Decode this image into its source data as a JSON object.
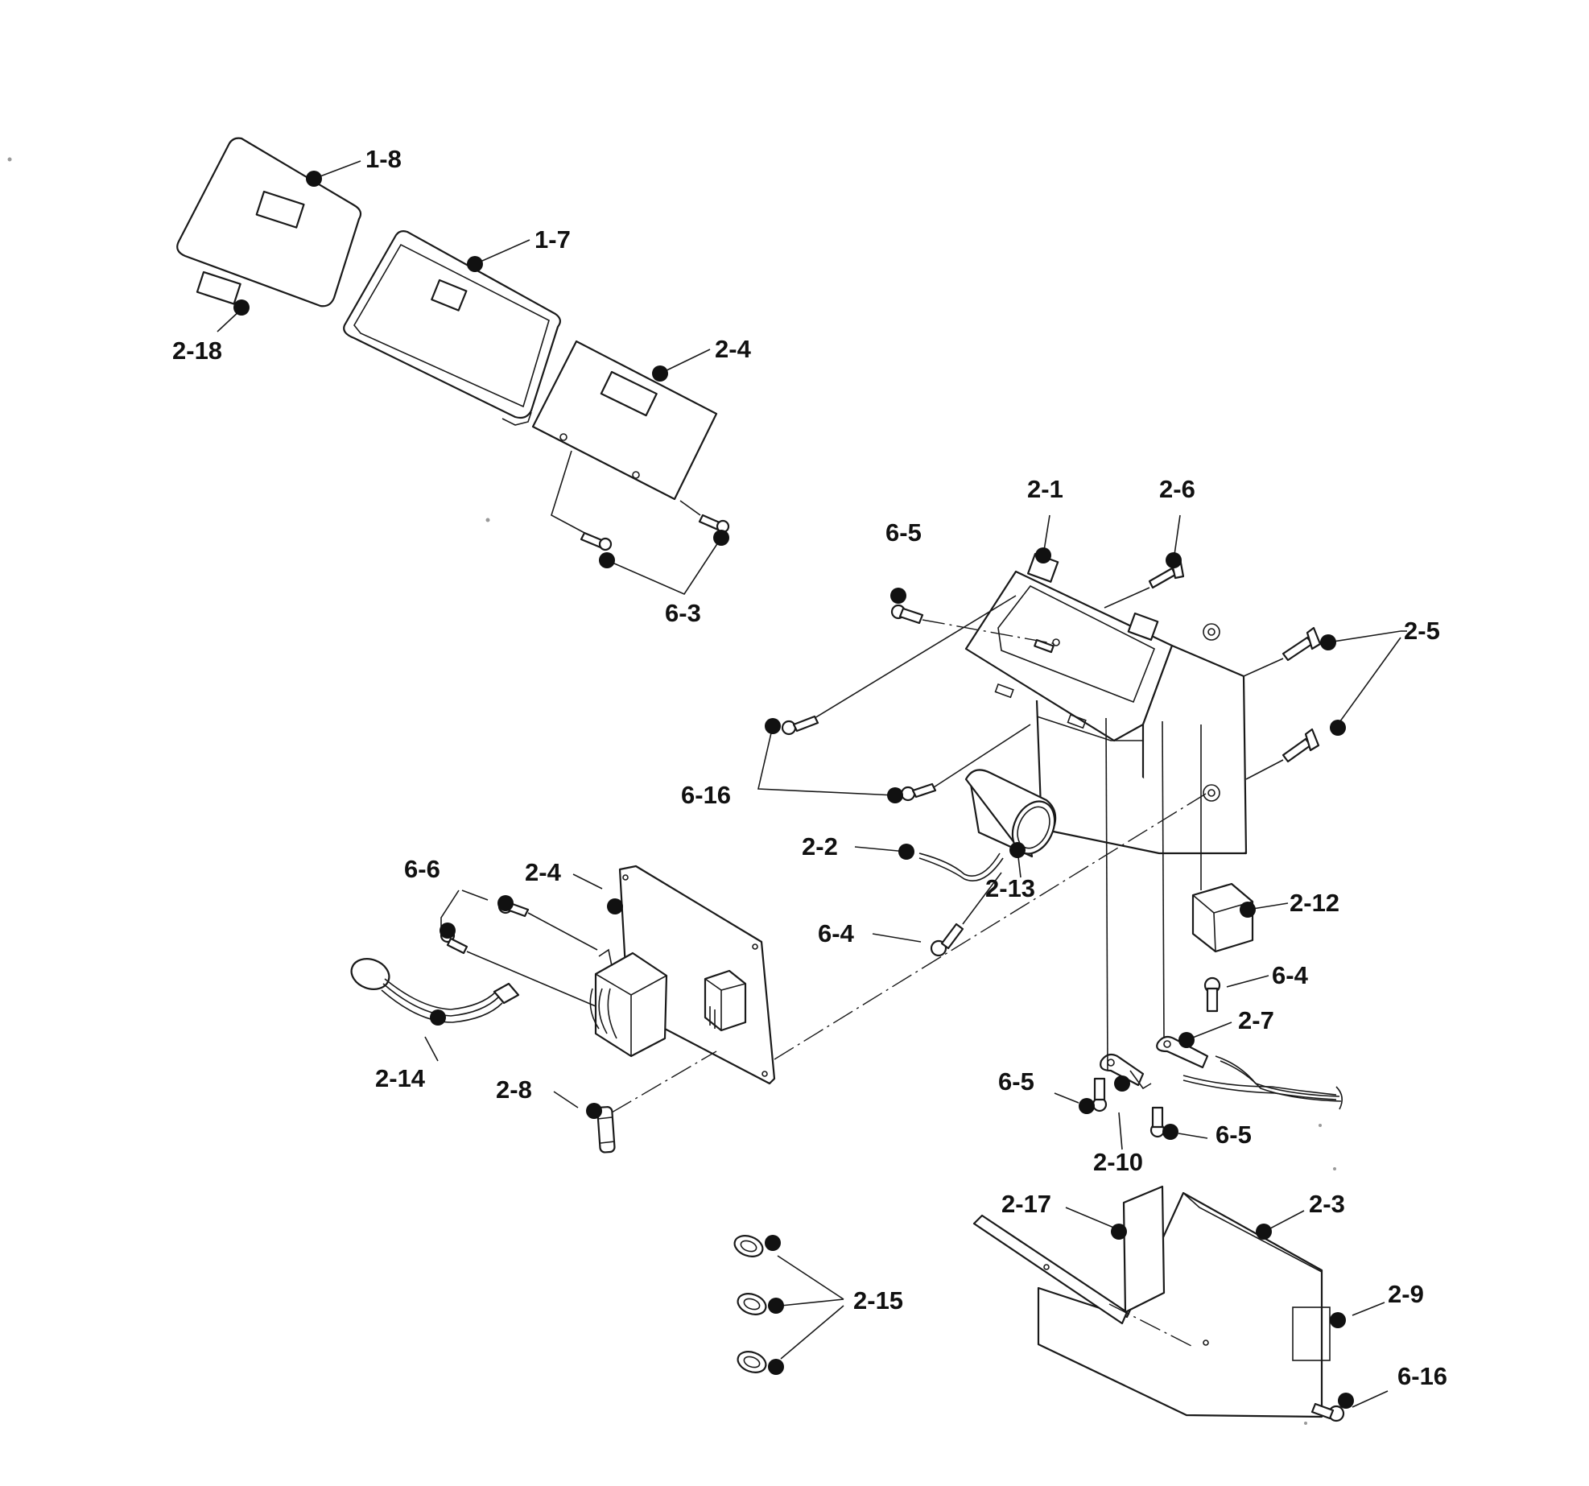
{
  "diagram": {
    "colors": {
      "ink": "#111111",
      "paper": "#ffffff"
    },
    "callouts": {
      "c_1_8": "1-8",
      "c_1_7": "1-7",
      "c_2_18": "2-18",
      "c_2_4_top": "2-4",
      "c_6_3": "6-3",
      "c_2_1": "2-1",
      "c_2_6": "2-6",
      "c_6_5_top": "6-5",
      "c_2_5": "2-5",
      "c_6_16_left": "6-16",
      "c_2_2": "2-2",
      "c_2_13": "2-13",
      "c_6_4_mid": "6-4",
      "c_2_12": "2-12",
      "c_6_4_right": "6-4",
      "c_2_7": "2-7",
      "c_6_6": "6-6",
      "c_2_4_board": "2-4",
      "c_2_14": "2-14",
      "c_2_8": "2-8",
      "c_6_5_lower_left": "6-5",
      "c_6_5_lower_right": "6-5",
      "c_2_10": "2-10",
      "c_2_17": "2-17",
      "c_2_3": "2-3",
      "c_2_15": "2-15",
      "c_2_9": "2-9",
      "c_6_16_bottom": "6-16"
    }
  }
}
